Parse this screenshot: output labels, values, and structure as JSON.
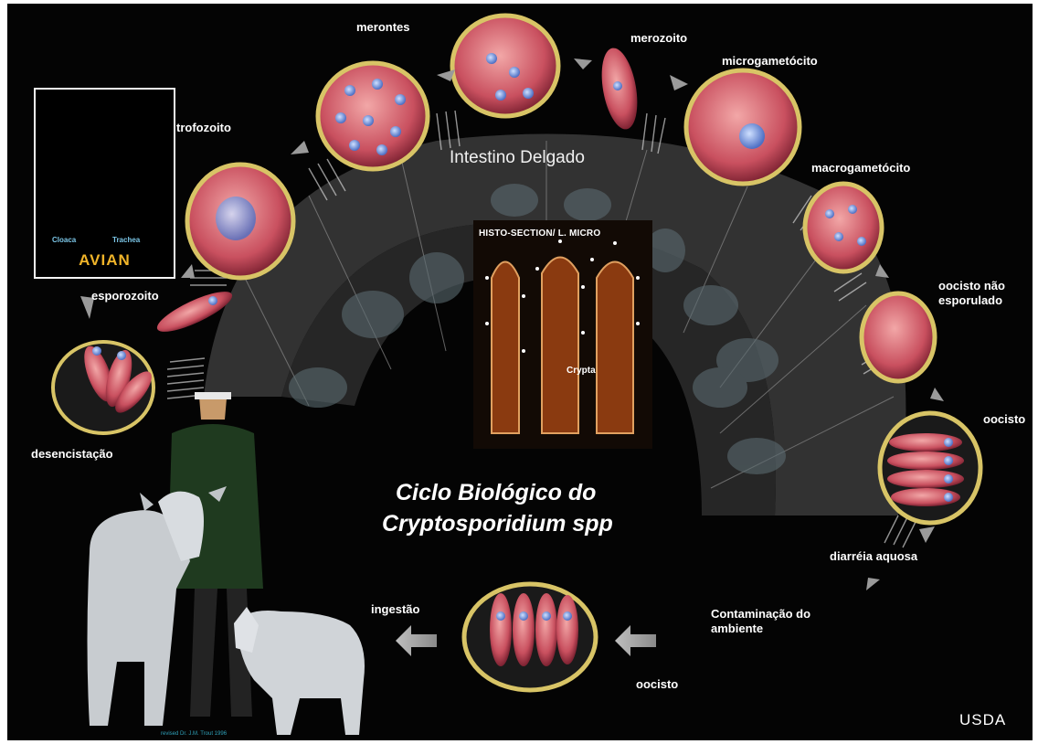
{
  "diagram": {
    "title_line1": "Ciclo Biológico do",
    "title_line2": "Cryptosporidium spp",
    "center_label": "Intestino Delgado",
    "histo_header": "HISTO-SECTION/ L. MICRO",
    "histo_crypta": "Crypta",
    "stages": {
      "merontes": "merontes",
      "merozoito": "merozoito",
      "microgametocito": "microgametócito",
      "trofozoito": "trofozoito",
      "macrogametocito": "macrogametócito",
      "oocisto_nao_esporulado": "oocisto não esporulado",
      "esporozoito": "esporozoito",
      "oocisto_right": "oocisto",
      "desencistacao": "desencistação",
      "diarreia": "diarréia aquosa",
      "contaminacao": "Contaminação do ambiente",
      "ingestao": "ingestão",
      "oocisto_bottom": "oocisto"
    },
    "avian": {
      "word": "AVIAN",
      "cloaca": "Cloaca",
      "trachea": "Trachea"
    },
    "source": "USDA",
    "credit": "revised Dr. J.M. Trout 1996",
    "colors": {
      "background": "#040404",
      "cell_wall": "#d8c466",
      "cell_fill": "#c95a6a",
      "nucleus": "#6d8fd8",
      "avian_text": "#f0b429"
    }
  }
}
